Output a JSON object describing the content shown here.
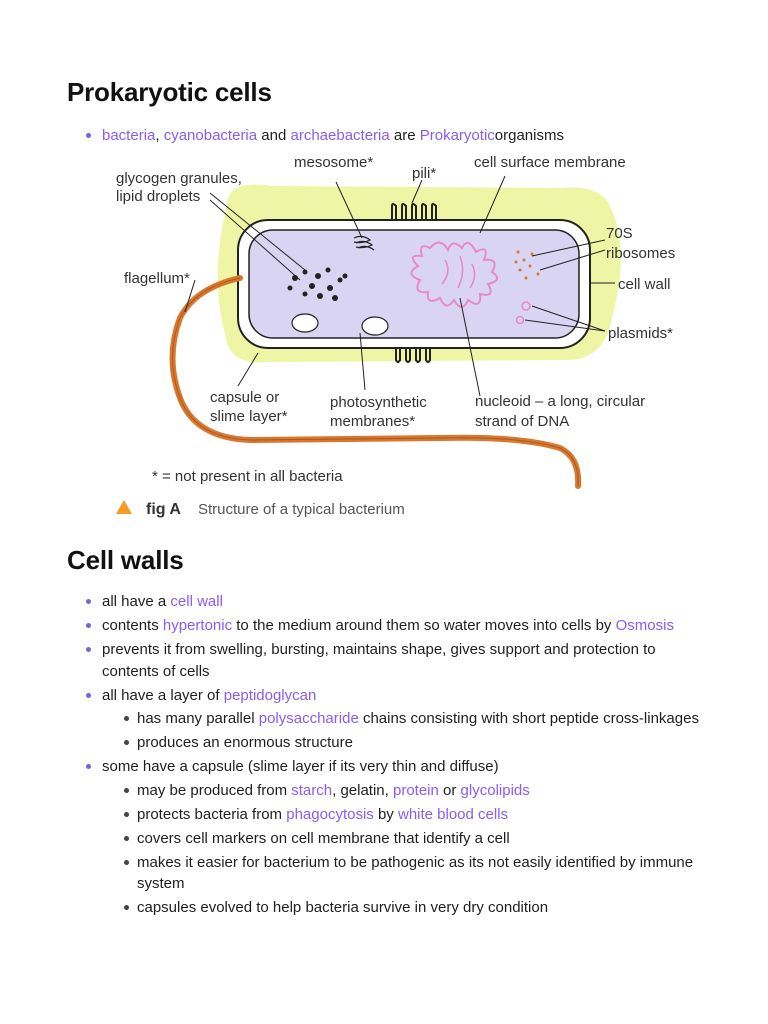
{
  "heading1": "Prokaryotic cells",
  "intro": {
    "w1": "bacteria",
    "s1": ", ",
    "w2": "cyanobacteria",
    "s2": " and ",
    "w3": "archaebacteria",
    "s3": " are ",
    "w4": "Prokaryotic",
    "s4": "organisms"
  },
  "figure": {
    "labels": {
      "glycogen1": "glycogen granules,",
      "glycogen2": "lipid droplets",
      "mesosome": "mesosome*",
      "pili": "pili*",
      "membrane": "cell surface membrane",
      "ribo1": "70S",
      "ribo2": "ribosomes",
      "flagellum": "flagellum*",
      "cellwall": "cell wall",
      "plasmids": "plasmids*",
      "capsule1": "capsule or",
      "capsule2": "slime layer*",
      "photo1": "photosynthetic",
      "photo2": "membranes*",
      "nucleoid1": "nucleoid – a long, circular",
      "nucleoid2": "strand of DNA",
      "note": "* = not present in all bacteria",
      "fig_label": "fig A",
      "fig_caption": "Structure of a typical bacterium"
    },
    "colors": {
      "slime": "#eef6a6",
      "cytoplasm": "#d8d4f2",
      "flagellum": "#d9772f",
      "dna": "#e98ac8",
      "caption_triangle": "#f39c28"
    }
  },
  "heading2": "Cell walls",
  "cell_walls": {
    "b1": {
      "t1": "all have a ",
      "l1": "cell wall"
    },
    "b2": {
      "t1": "contents ",
      "l1": "hypertonic",
      "t2": " to the medium around them so water moves into cells by ",
      "l2": "Osmosis"
    },
    "b3": {
      "t1": "prevents it from swelling, bursting, maintains shape, gives support and protection to contents of cells"
    },
    "b4": {
      "t1": "all have a layer of ",
      "l1": "peptidoglycan",
      "sub1": {
        "t1": "has many parallel ",
        "l1": "polysaccharide",
        "t2": " chains consisting with short peptide cross-linkages"
      },
      "sub2": {
        "t1": "produces an enormous structure"
      }
    },
    "b5": {
      "t1": "some have a capsule (slime layer if its very thin and diffuse)",
      "sub1": {
        "t1": "may be produced from ",
        "l1": "starch",
        "t2": ", gelatin, ",
        "l2": "protein",
        "t3": " or ",
        "l3": "glycolipids"
      },
      "sub2": {
        "t1": "protects bacteria from ",
        "l1": "phagocytosis",
        "t2": " by ",
        "l2": "white blood cells"
      },
      "sub3": {
        "t1": "covers cell markers on cell membrane that identify a cell"
      },
      "sub4": {
        "t1": "makes it easier for bacterium to be pathogenic as its not easily identified by immune system"
      },
      "sub5": {
        "t1": "capsules evolved to help bacteria survive in very dry condition"
      }
    }
  }
}
